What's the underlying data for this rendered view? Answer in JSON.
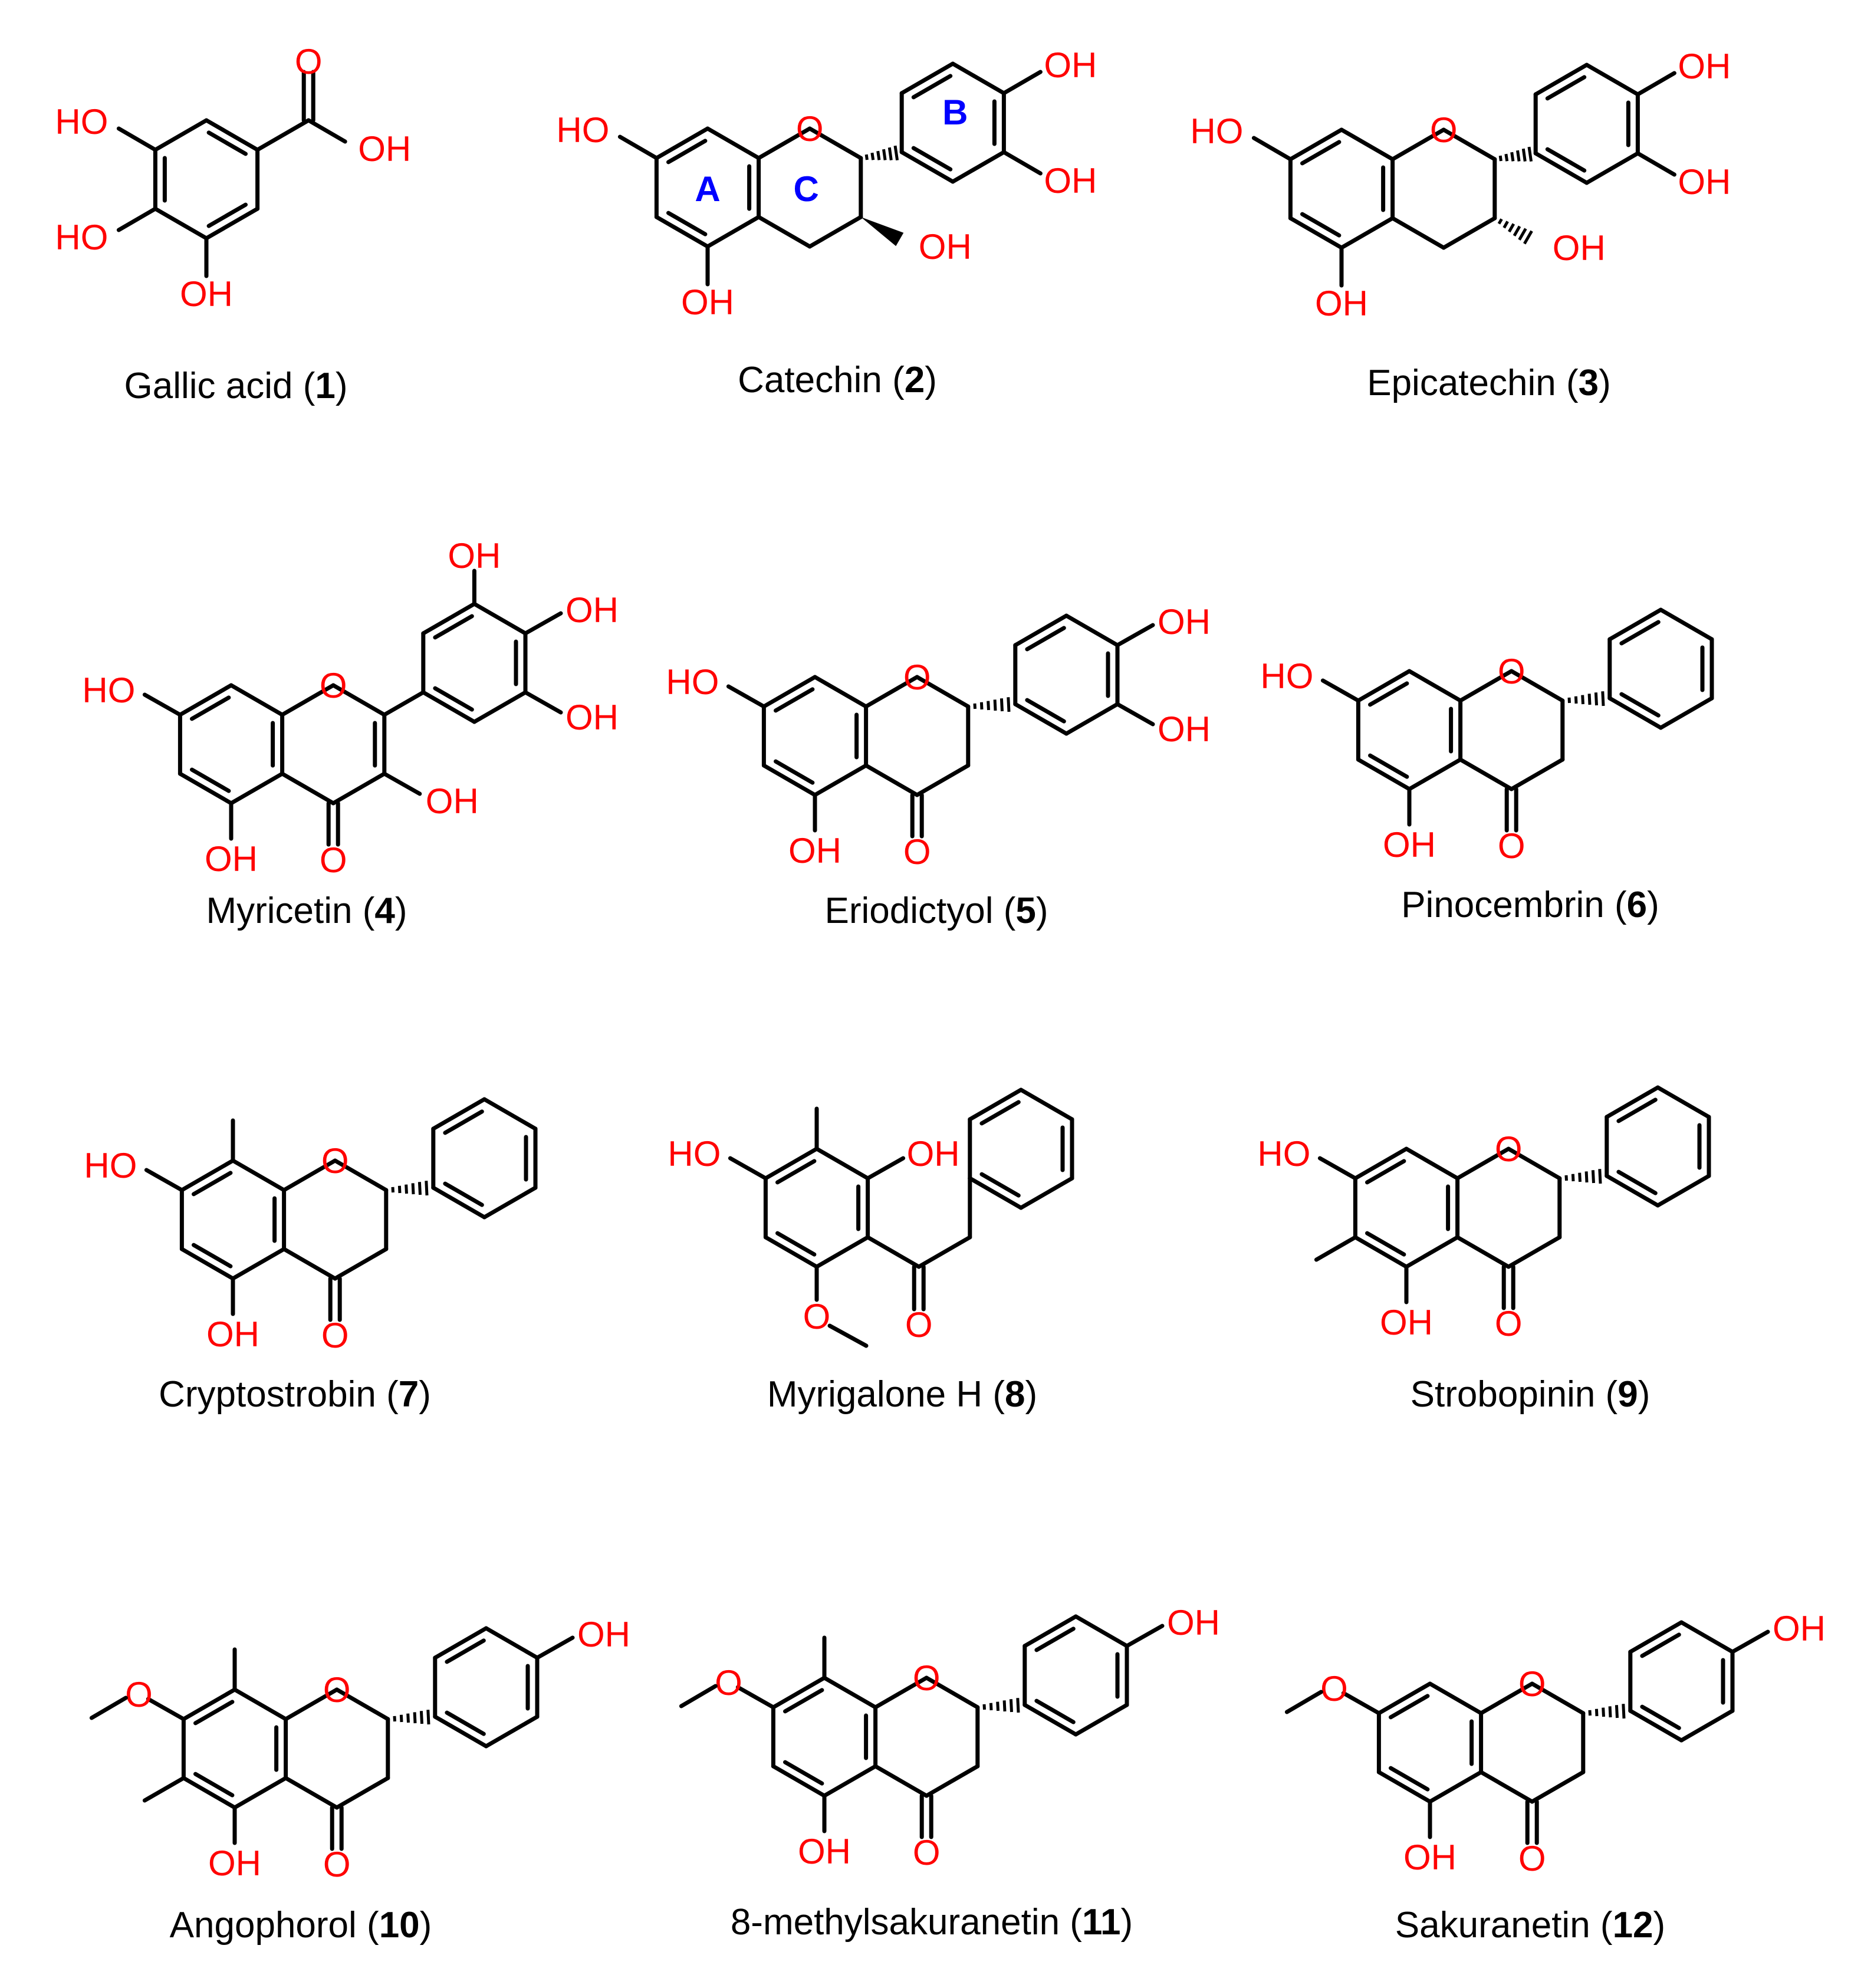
{
  "colors": {
    "bond": "#000000",
    "heteroatom": "#ff0000",
    "ring_label": "#0000ff",
    "caption": "#000000"
  },
  "ring_labels": [
    "A",
    "B",
    "C"
  ],
  "compounds": [
    {
      "name": "Gallic acid",
      "number": "1"
    },
    {
      "name": "Catechin",
      "number": "2"
    },
    {
      "name": "Epicatechin",
      "number": "3"
    },
    {
      "name": "Myricetin",
      "number": "4"
    },
    {
      "name": "Eriodictyol",
      "number": "5"
    },
    {
      "name": "Pinocembrin",
      "number": "6"
    },
    {
      "name": "Cryptostrobin",
      "number": "7"
    },
    {
      "name": "Myrigalone H",
      "number": "8"
    },
    {
      "name": "Strobopinin",
      "number": "9"
    },
    {
      "name": "Angophorol",
      "number": "10"
    },
    {
      "name": "8-methylsakuranetin",
      "number": "11"
    },
    {
      "name": "Sakuranetin",
      "number": "12"
    }
  ]
}
